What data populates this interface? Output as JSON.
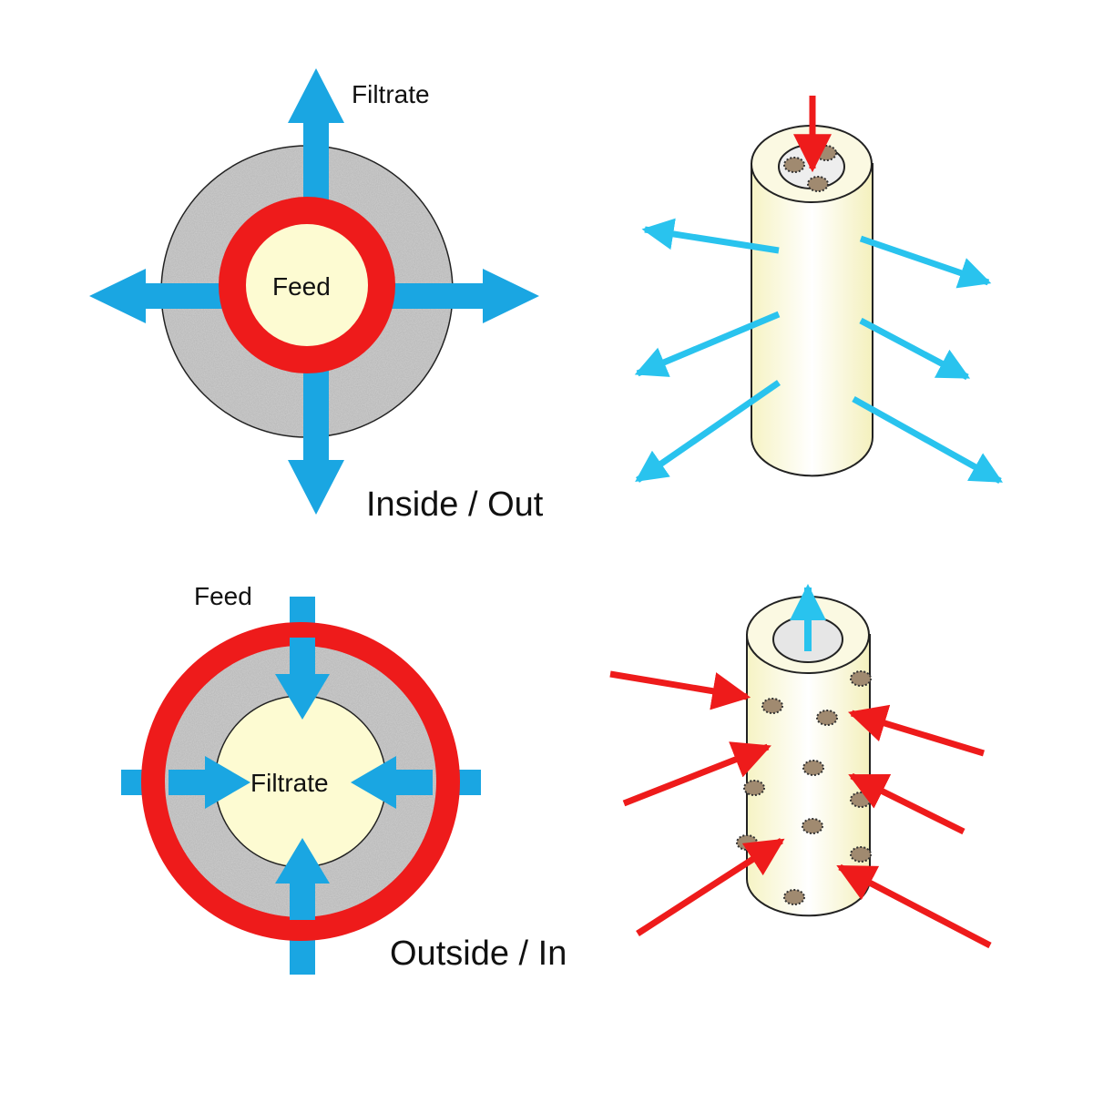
{
  "top": {
    "filtrate_label": "Filtrate",
    "feed_label": "Feed",
    "mode_label": "Inside / Out"
  },
  "bottom": {
    "feed_label": "Feed",
    "filtrate_label": "Filtrate",
    "mode_label": "Outside / In"
  },
  "colors": {
    "flow_blue": "#1aa6e2",
    "feed_red": "#ee1b1b",
    "core_cream": "#fdfbd2",
    "media_gray": "#9a9a9a",
    "particle_brown": "#a08a70"
  }
}
